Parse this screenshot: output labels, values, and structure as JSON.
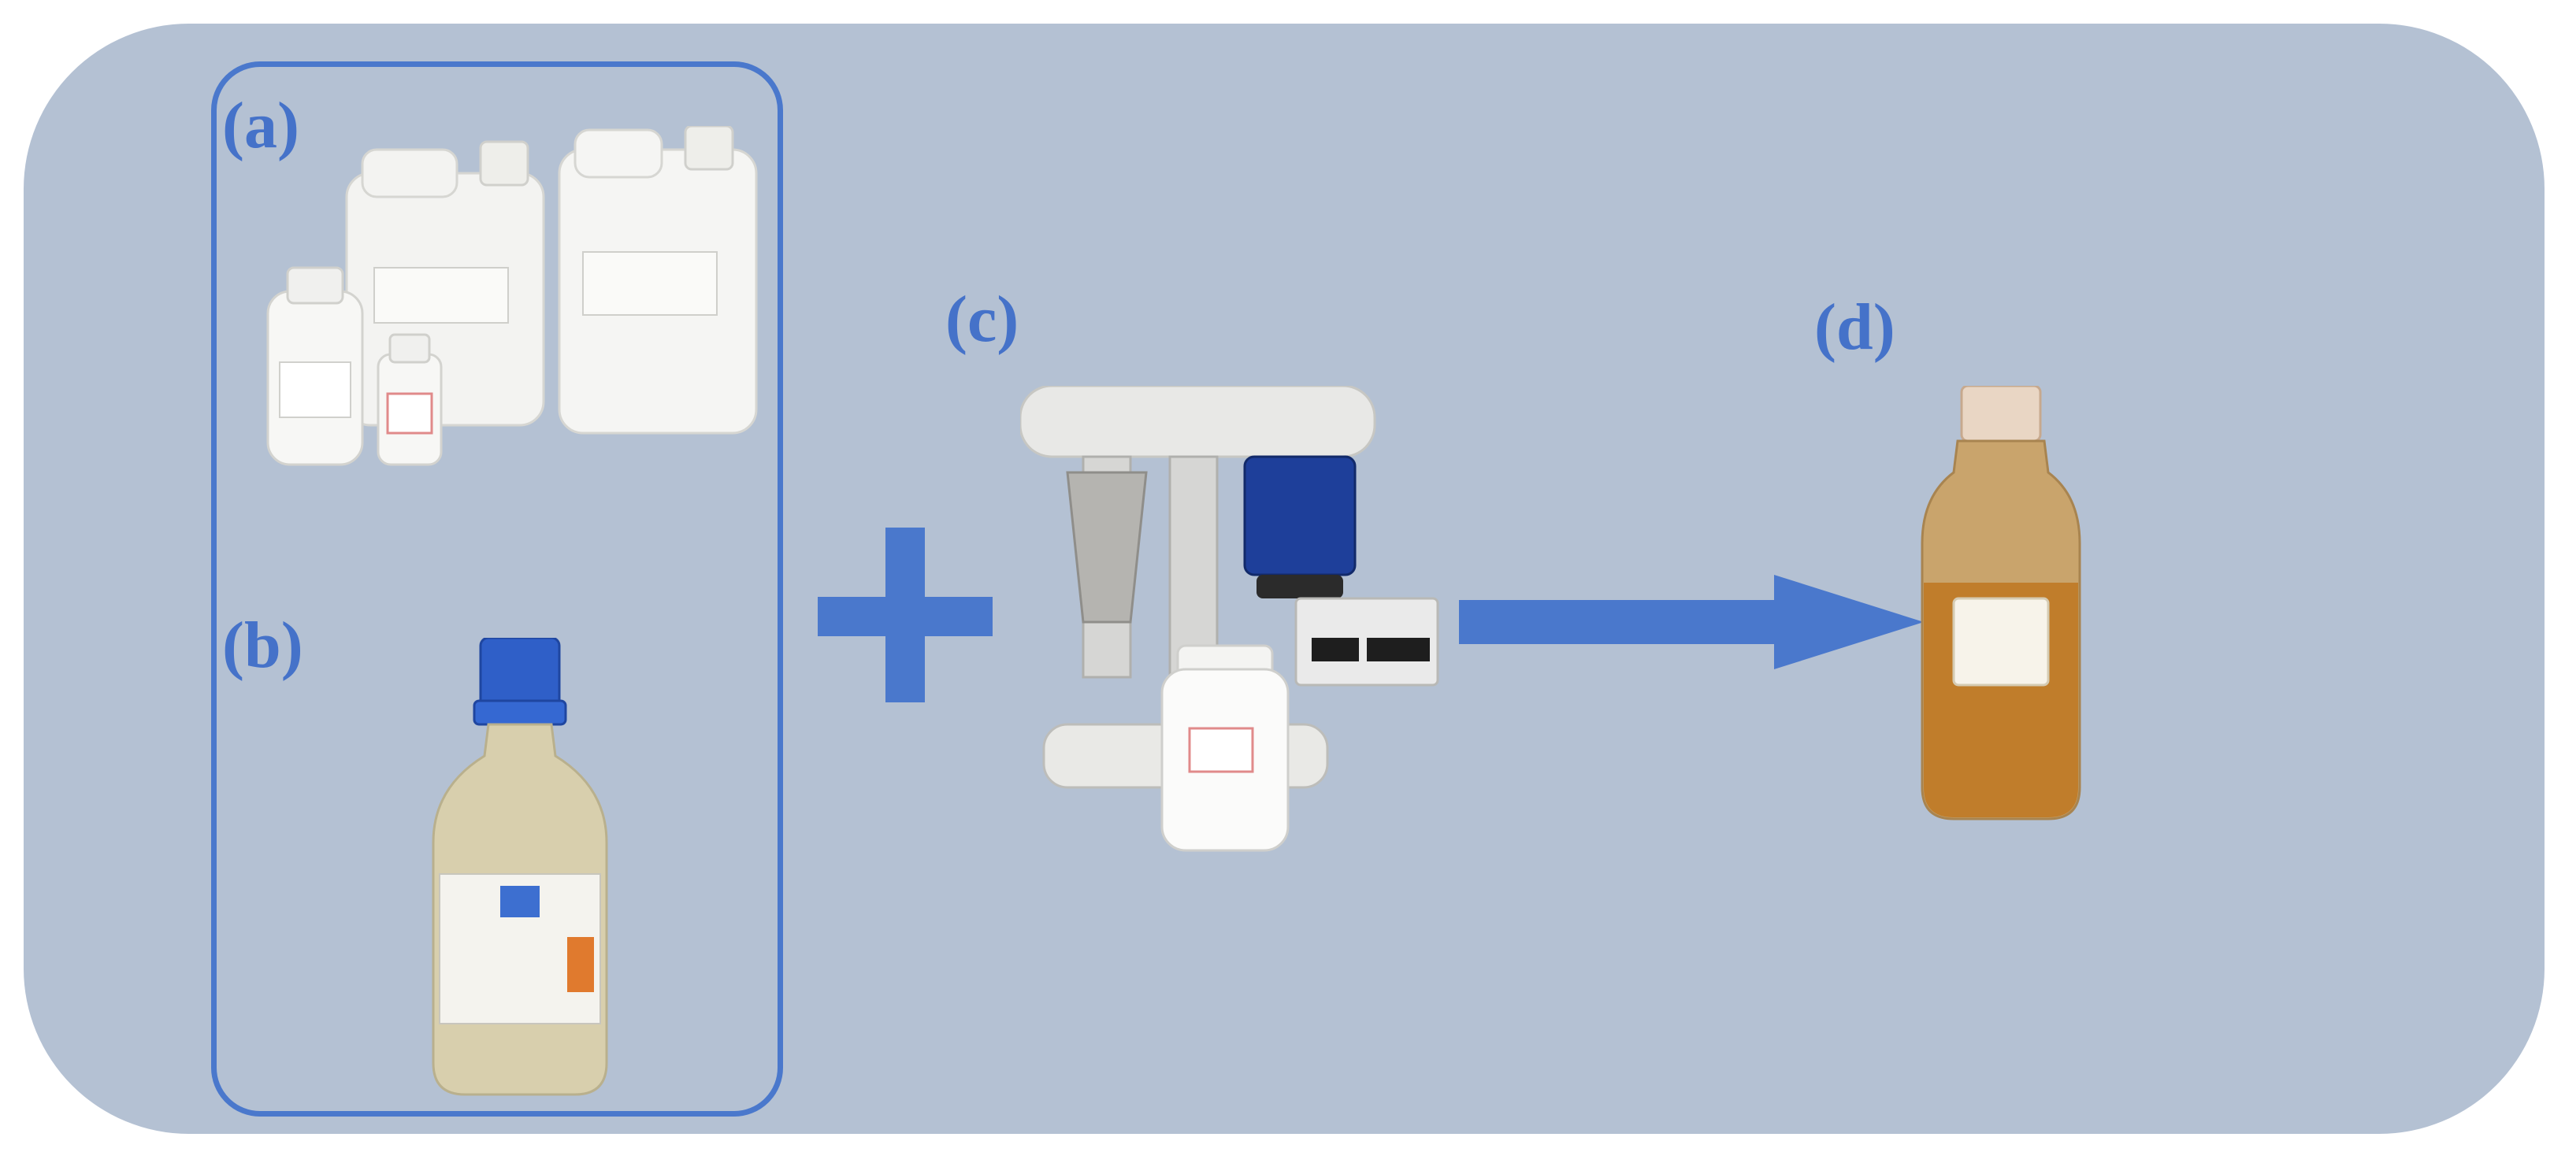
{
  "labels": {
    "a": "(a)",
    "b": "(b)",
    "c": "(c)",
    "d": "(d)"
  },
  "photos": {
    "a_containers": "white-plastic-reagent-containers-icon",
    "b_bottle": "blue-cap-glass-reagent-bottle-icon",
    "c_apparatus": "flotation-machine-icon",
    "d_product": "amber-liquid-bottle-icon"
  },
  "colors": {
    "background_panel": "#b4c1d3",
    "accent_blue": "#4a78cc",
    "label_blue": "#4572c9"
  }
}
